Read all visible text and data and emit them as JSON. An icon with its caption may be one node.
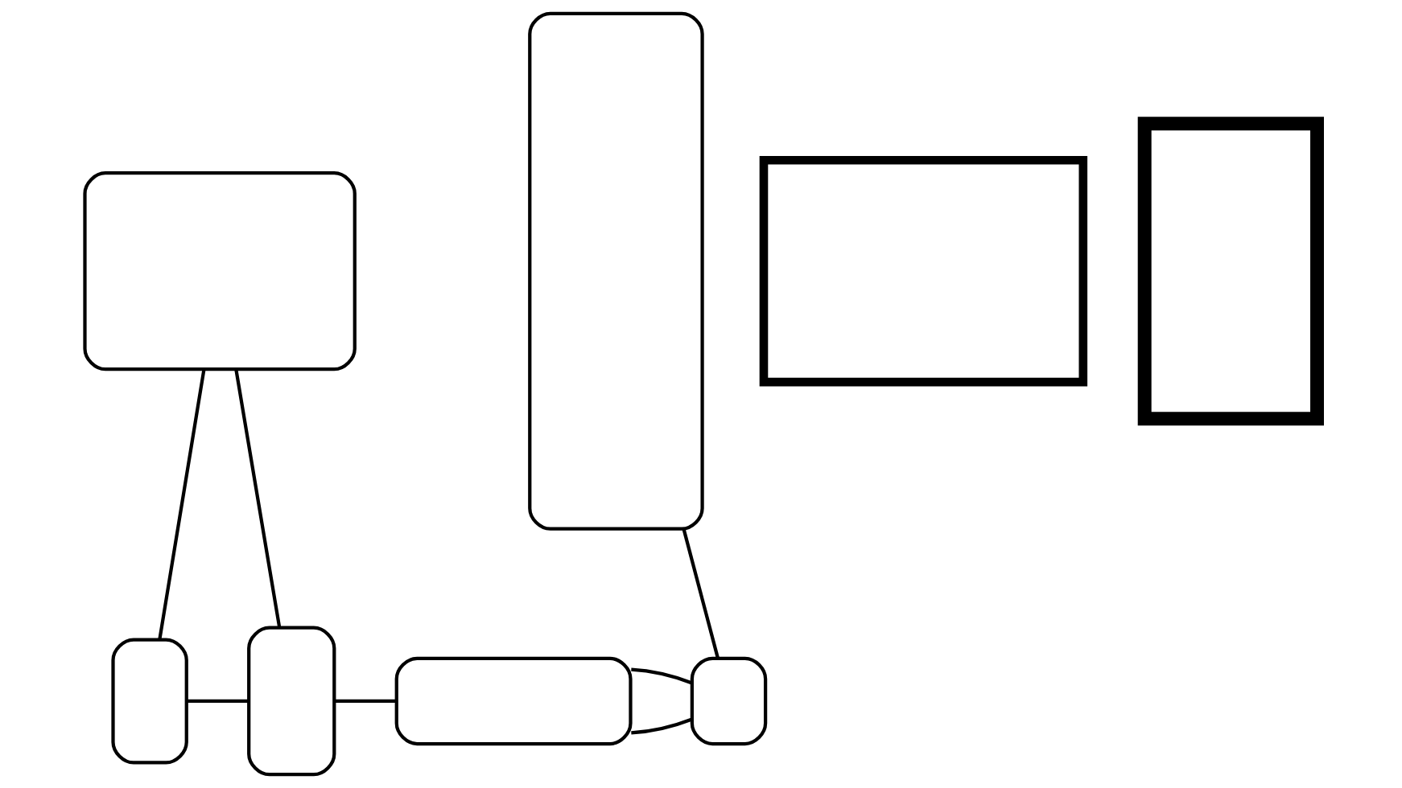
{
  "diagram": {
    "nodes": [
      {
        "text": [],
        "shape": "box"
      },
      {
        "text": [],
        "shape": "box"
      },
      {
        "text": [],
        "shape": "box"
      },
      {
        "text": [],
        "shape": "box"
      },
      {
        "text": [],
        "shape": "box"
      },
      {
        "text": [],
        "shape": "box"
      },
      {
        "text": [],
        "shape": "box"
      },
      {
        "text": [],
        "shape": "box"
      }
    ],
    "edges": [
      {
        "from": 0,
        "to": 4,
        "arrow": "none"
      },
      {
        "from": 0,
        "to": 5,
        "arrow": "none"
      },
      {
        "from": 4,
        "to": 5,
        "arrow": "none"
      },
      {
        "from": 5,
        "to": 6,
        "arrow": "none"
      },
      {
        "from": 6,
        "to": 7,
        "arrow": "none"
      },
      {
        "from": 6,
        "to": 7,
        "arrow": "none"
      },
      {
        "from": 7,
        "to": 3,
        "arrow": "none"
      }
    ]
  }
}
